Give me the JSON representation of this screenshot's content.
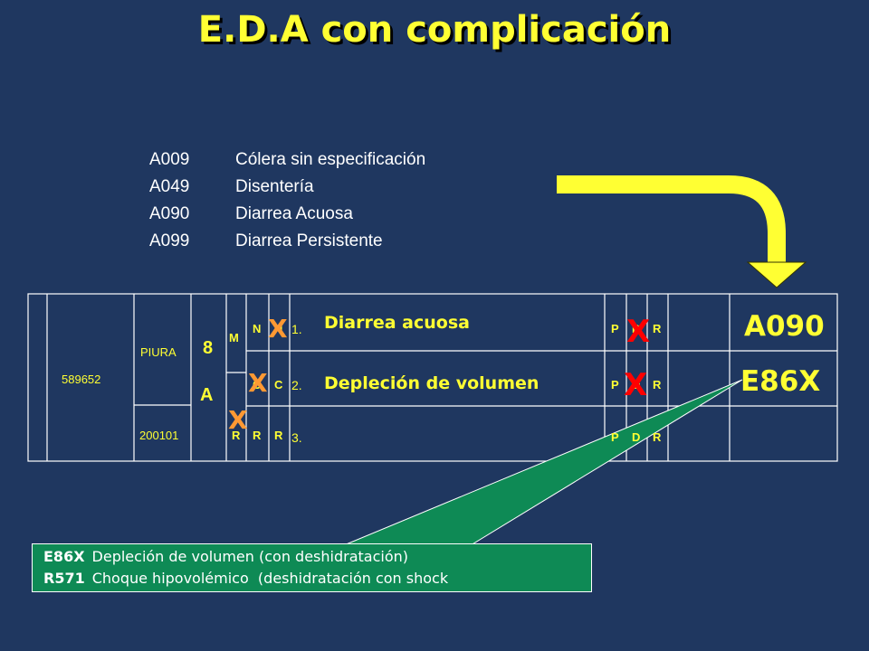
{
  "slide": {
    "title": "E.D.A con complicación",
    "colors": {
      "background": "#1f3760",
      "accent_yellow": "#ffff33",
      "cross_red": "#ff0000",
      "cross_orange": "#ff9933",
      "note_green": "#0e8a55"
    },
    "icons": [
      "curved-arrow-icon",
      "cross-mark-icon",
      "callout-pointer"
    ]
  },
  "codes": [
    {
      "code": "A009",
      "desc": "Cólera sin especificación"
    },
    {
      "code": "A049",
      "desc": "Disentería"
    },
    {
      "code": "A090",
      "desc": "Diarrea Acuosa"
    },
    {
      "code": "A099",
      "desc": "Diarrea Persistente"
    }
  ],
  "form": {
    "id_number": "589652",
    "place": "PIURA",
    "date": "200101",
    "age": "8",
    "age_unit": "A",
    "sex": "M",
    "rows": [
      {
        "c1": "N",
        "c2": "N",
        "num": "1.",
        "diagnosis": "Diarrea acuosa",
        "p": "P",
        "d": "D",
        "r": "R",
        "code": "A090"
      },
      {
        "c1": "C",
        "c2": "C",
        "num": "2.",
        "diagnosis": "Depleción de volumen",
        "p": "P",
        "d": "D",
        "r": "R",
        "code": "E86X"
      },
      {
        "c1": "R",
        "c2": "R",
        "num": "3.",
        "diagnosis": "",
        "p": "P",
        "d": "D",
        "r": "R",
        "code": ""
      }
    ],
    "marks": {
      "red": "X",
      "orange": "X"
    }
  },
  "notes": [
    {
      "code": "E86X",
      "desc": "Depleción de volumen (con deshidratación)"
    },
    {
      "code": "R571",
      "desc": "Choque hipovolémico  (deshidratación con shock"
    }
  ]
}
